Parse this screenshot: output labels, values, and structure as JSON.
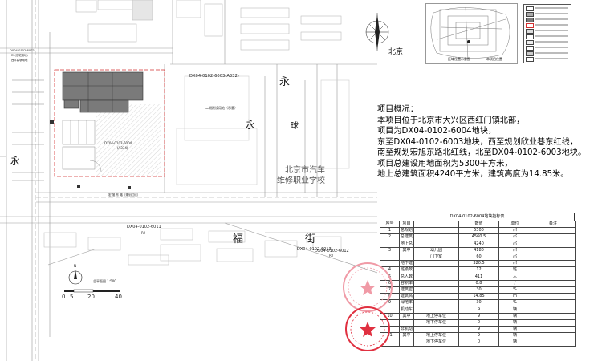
{
  "plan": {
    "labels": {
      "top_parcel": "DX04-0102-6002",
      "top_parcel_sub": "R2(住宅用地)",
      "top_parcel_sub2": "西平客轨用地",
      "parcel_6003": "DX04-0102-6003(A332)",
      "school_small": "二期建设用地（示意）",
      "school_name_1": "北京市汽车",
      "school_name_2": "维修职业学校",
      "site_code": "DX04-0102-6004",
      "site_code_sub": "(A334)",
      "parcel_6011": "DX04-0102-6011",
      "parcel_6011_sub": "R2",
      "parcel_6012": "DX04-0102-6012",
      "parcel_6012_sub": "R2",
      "parcel_6013": "DX04-0102-6013",
      "road_south": "宏 旭 东 路（规划红线）",
      "char_yong_1": "永",
      "char_yong_2": "永",
      "char_yong_3": "永",
      "char_qiu": "球",
      "char_fu": "福",
      "char_he": "街"
    },
    "scale_label": "总平面图 1:500",
    "scale_ticks": [
      "0",
      "5",
      "20",
      "40"
    ],
    "north_mark": "N"
  },
  "compass_label": "北京",
  "map_labels": [
    "区域位置示意图",
    "本项目位置"
  ],
  "overview": {
    "lines": [
      "项目概况：",
      "本项目位于北京市大兴区西红门镇北部，",
      "项目为DX04-0102-6004地块，",
      "东至DX04-0102-6003地块，西至规划欣业巷东红线，",
      "南至规划宏旭东路北红线，北至DX04-0102-6003地块。",
      "项目总建设用地面积为5300平方米，",
      "地上总建筑面积4240平方米，建筑高度为14.85米。"
    ]
  },
  "index_table": {
    "title": "DX04-0102-6004地块指标表",
    "headers": [
      "序号",
      "项目",
      "",
      "数值",
      "单位",
      "备注"
    ],
    "rows": [
      [
        "1",
        "总规划用地面积",
        "",
        "5300",
        "㎡",
        ""
      ],
      [
        "2",
        "总建筑面积",
        "",
        "4560.5",
        "㎡",
        ""
      ],
      [
        "",
        "地上总建筑面积",
        "",
        "4240",
        "㎡",
        ""
      ],
      [
        "3",
        "其中",
        "幼儿园",
        "4180",
        "㎡",
        ""
      ],
      [
        "",
        "",
        "门卫室",
        "60",
        "㎡",
        ""
      ],
      [
        "",
        "地下建筑面积",
        "",
        "320.5",
        "㎡",
        ""
      ],
      [
        "4",
        "班级数",
        "",
        "12",
        "班",
        ""
      ],
      [
        "5",
        "总人数",
        "",
        "411",
        "人",
        ""
      ],
      [
        "6",
        "容积率",
        "",
        "0.8",
        "/",
        ""
      ],
      [
        "7",
        "建筑密度",
        "",
        "30",
        "%",
        ""
      ],
      [
        "8",
        "建筑高度",
        "",
        "14.85",
        "m",
        ""
      ],
      [
        "9",
        "绿地率",
        "",
        "30",
        "%",
        ""
      ],
      [
        "",
        "机动车停车位",
        "",
        "9",
        "辆",
        ""
      ],
      [
        "10",
        "其中",
        "地上停车位",
        "9",
        "辆",
        ""
      ],
      [
        "",
        "",
        "地下停车位",
        "0",
        "辆",
        ""
      ],
      [
        "",
        "非机动车位",
        "",
        "9",
        "辆",
        ""
      ],
      [
        "11",
        "其中",
        "地上停车位",
        "9",
        "辆",
        ""
      ],
      [
        "",
        "",
        "地下停车位",
        "0",
        "辆",
        ""
      ]
    ]
  },
  "colors": {
    "building": "#7a7a7a",
    "redline": "#d43030",
    "stamp_red": "#e03040",
    "stamp_pink": "#f09aa6"
  }
}
